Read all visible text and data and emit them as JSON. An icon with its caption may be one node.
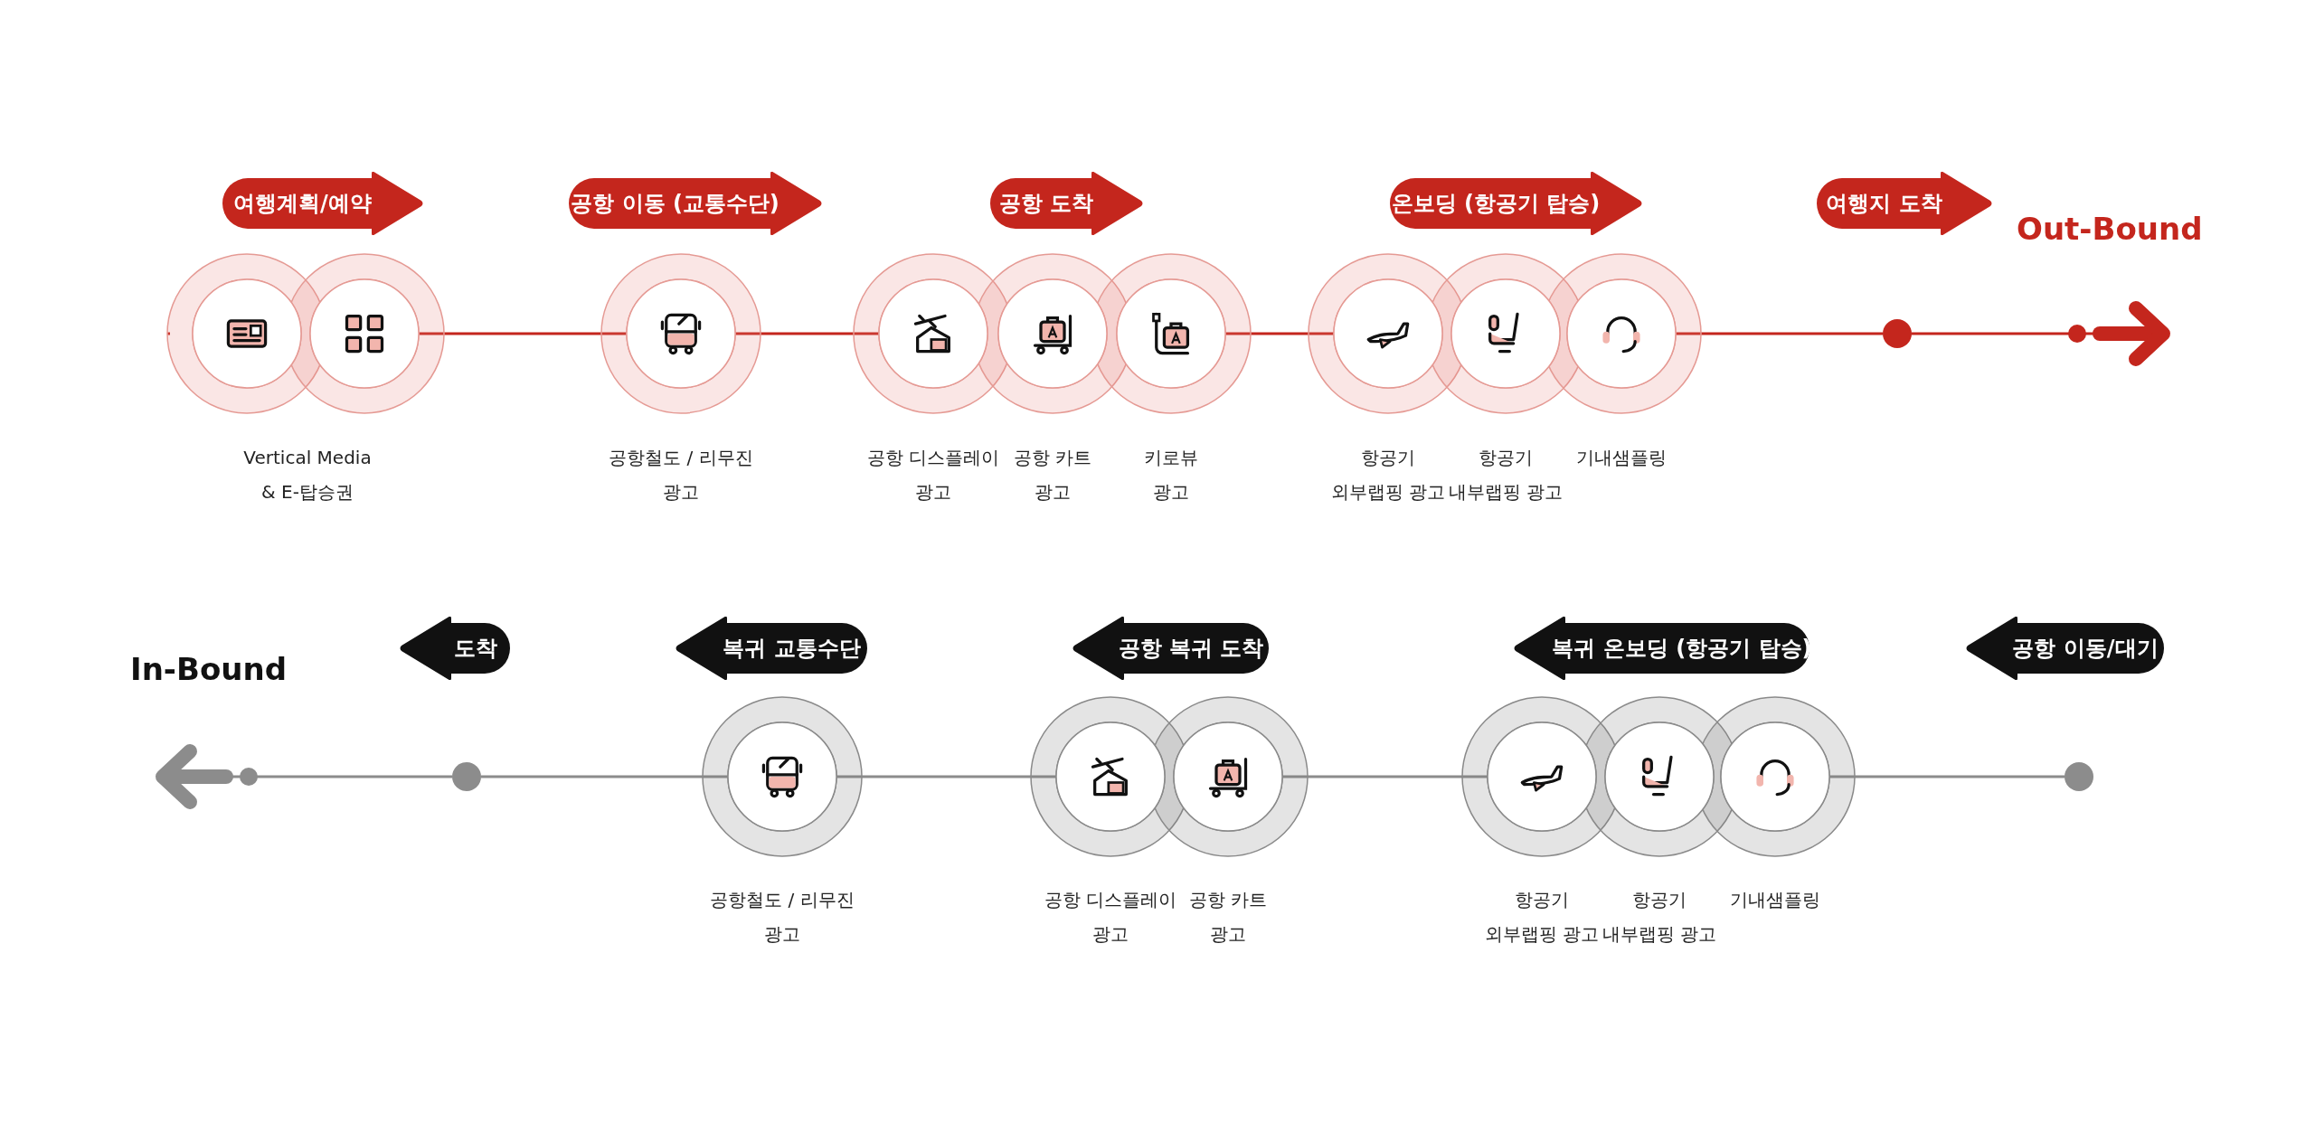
{
  "diagram": {
    "nodes": [
      {
        "text": [
          "여행계획/예약"
        ]
      },
      {
        "text": [
          "공항 이동 (교통수단)"
        ]
      },
      {
        "text": [
          "공항 도착"
        ]
      },
      {
        "text": [
          "온보딩 (항공기 탑승)"
        ]
      },
      {
        "text": [
          "여행지 도착"
        ]
      },
      {
        "text": [],
        "shape": "circle"
      },
      {
        "text": [],
        "shape": "circle"
      },
      {
        "text": [],
        "shape": "circle",
        "beside": [
          "공항철도 / 리무진 광고"
        ]
      },
      {
        "text": [],
        "shape": "circle",
        "beside": [
          "공항 디스플레이 광고"
        ]
      },
      {
        "text": [],
        "shape": "circle",
        "beside": [
          "공항 카트 광고"
        ]
      },
      {
        "text": [],
        "shape": "circle",
        "beside": [
          "키로뷰 광고"
        ]
      },
      {
        "text": [],
        "shape": "circle",
        "beside": [
          "항공기 외부랩핑 광고"
        ]
      },
      {
        "text": [],
        "shape": "circle",
        "beside": [
          "항공기 내부랩핑 광고"
        ]
      },
      {
        "text": [],
        "shape": "circle",
        "beside": [
          "기내샘플링"
        ]
      },
      {
        "text": [],
        "shape": "circle"
      },
      {
        "text": [
          "도착"
        ]
      },
      {
        "text": [
          "복귀 교통수단"
        ]
      },
      {
        "text": [
          "공항 복귀 도착"
        ]
      },
      {
        "text": [
          "복귀 온보딩 (항공기 탑승)"
        ]
      },
      {
        "text": [
          "공항 이동/대기"
        ]
      },
      {
        "text": [],
        "shape": "circle"
      },
      {
        "text": [],
        "shape": "circle",
        "beside": [
          "공항철도 / 리무진 광고"
        ]
      },
      {
        "text": [],
        "shape": "circle",
        "beside": [
          "공항 디스플레이 광고"
        ]
      },
      {
        "text": [],
        "shape": "circle",
        "beside": [
          "공항 카트 광고"
        ]
      },
      {
        "text": [],
        "shape": "circle",
        "beside": [
          "항공기 외부랩핑 광고"
        ]
      },
      {
        "text": [],
        "shape": "circle",
        "beside": [
          "항공기 내부랩핑 광고"
        ]
      },
      {
        "text": [],
        "shape": "circle",
        "beside": [
          "기내샘플링"
        ]
      },
      {
        "text": [],
        "shape": "circle"
      }
    ],
    "edges": [
      {
        "from": 6,
        "to": 7,
        "arrow": "none"
      },
      {
        "from": 7,
        "to": 8,
        "arrow": "none"
      },
      {
        "from": 10,
        "to": 11,
        "arrow": "none"
      },
      {
        "from": 13,
        "to": 14,
        "arrow": "none"
      },
      {
        "from": 14,
        "to": null,
        "arrow": "to"
      },
      {
        "from": 27,
        "to": 26,
        "arrow": "none",
        "color": "#8c8c8c"
      },
      {
        "from": 24,
        "to": 23,
        "arrow": "none",
        "color": "#8c8c8c"
      },
      {
        "from": 22,
        "to": 21,
        "arrow": "none",
        "color": "#8c8c8c"
      },
      {
        "from": 21,
        "to": 20,
        "arrow": "none",
        "color": "#8c8c8c"
      },
      {
        "from": 20,
        "to": null,
        "arrow": "to",
        "color": "#8c8c8c"
      }
    ],
    "labels": [
      "Out-Bound",
      "Vertical Media & E-탑승권",
      "In-Bound"
    ]
  }
}
